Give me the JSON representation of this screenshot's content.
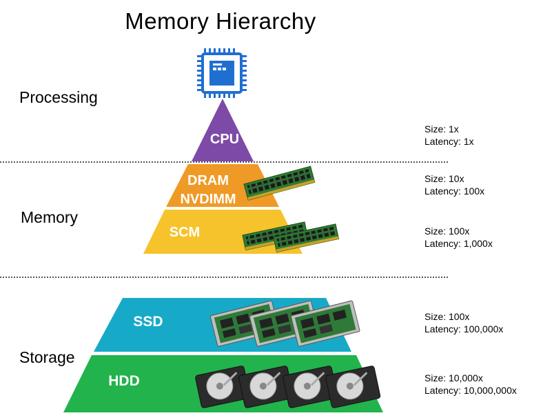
{
  "title": "Memory Hierarchy",
  "sections": {
    "processing": "Processing",
    "memory": "Memory",
    "storage": "Storage"
  },
  "tiers": {
    "cpu": {
      "label": "CPU",
      "color": "#7e4aa7",
      "size": "Size: 1x",
      "latency": "Latency: 1x"
    },
    "dram": {
      "label_line1": "DRAM",
      "label_line2": "NVDIMM",
      "color": "#ef9a26",
      "size": "Size: 10x",
      "latency": "Latency: 100x"
    },
    "scm": {
      "label": "SCM",
      "color": "#f6c32c",
      "size": "Size: 100x",
      "latency": "Latency: 1,000x"
    },
    "ssd": {
      "label": "SSD",
      "color": "#17aac8",
      "size": "Size: 100x",
      "latency": "Latency: 100,000x"
    },
    "hdd": {
      "label": "HDD",
      "color": "#22b34c",
      "size": "Size: 10,000x",
      "latency": "Latency: 10,000,000x"
    }
  },
  "icons": {
    "chip": "cpu-chip-icon",
    "dimm": "memory-module-icon",
    "ssd": "ssd-board-icon",
    "hdd": "hard-drive-icon"
  }
}
